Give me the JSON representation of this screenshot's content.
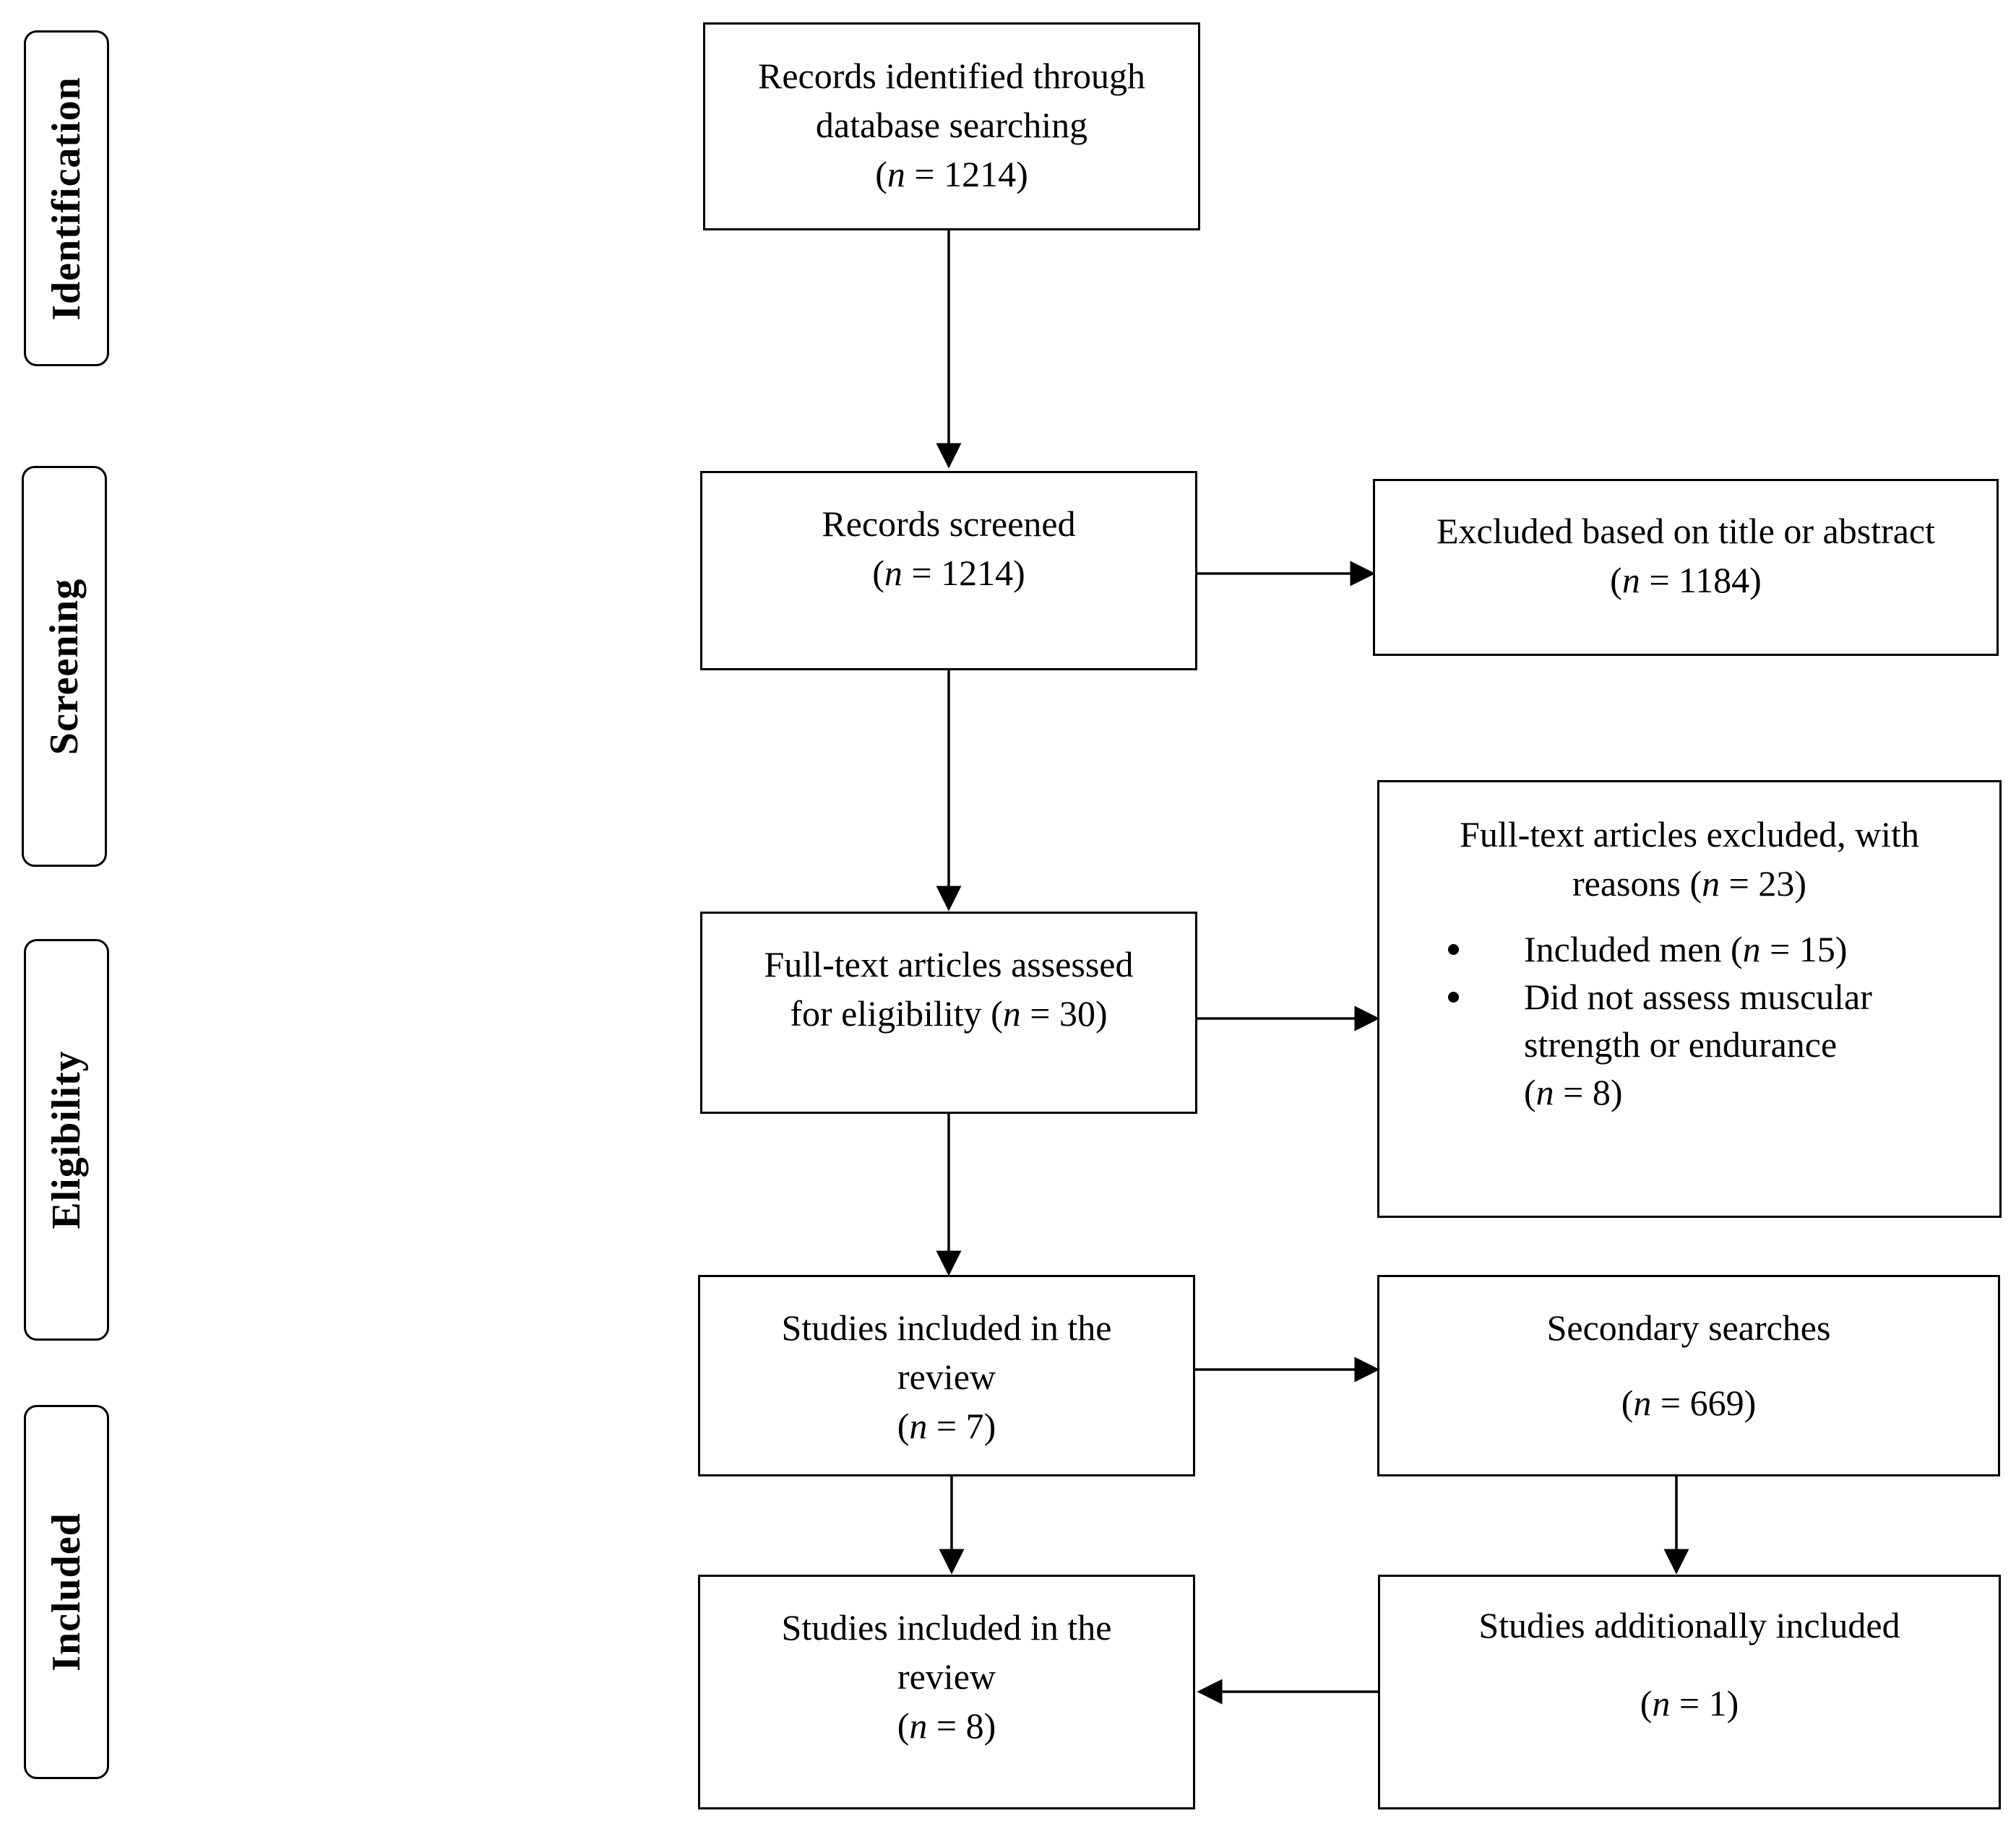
{
  "stages": {
    "identification": "Identification",
    "screening": "Screening",
    "eligibility": "Eligibility",
    "included": "Included"
  },
  "boxes": {
    "identified": {
      "line1": "Records identified through",
      "line2": "database searching",
      "n_prefix": "(",
      "n_var": "n",
      "n_value": " = 1214)"
    },
    "screened": {
      "line1": "Records screened",
      "n_prefix": "(",
      "n_var": "n",
      "n_value": " = 1214)"
    },
    "excluded_title": {
      "line1": "Excluded based on title or abstract",
      "n_prefix": "(",
      "n_var": "n",
      "n_value": " = 1184)"
    },
    "fulltext_assessed": {
      "line1": "Full-text articles assessed",
      "line2_prefix": "for eligibility (",
      "n_var": "n",
      "n_value": " = 30)"
    },
    "fulltext_excluded": {
      "line1": "Full-text articles excluded, with",
      "line2_prefix": "reasons (",
      "n_var": "n",
      "n_value": " = 23)",
      "reasons": [
        {
          "text": "Included men (",
          "n_var": "n",
          "n_value": " = 15)"
        },
        {
          "text_line1": "Did not assess muscular",
          "text_line2": "strength or endurance",
          "n_prefix": "(",
          "n_var": "n",
          "n_value": " = 8)"
        }
      ]
    },
    "included_review": {
      "line1": "Studies included in the",
      "line2": "review",
      "n_prefix": "(",
      "n_var": "n",
      "n_value": " = 7)"
    },
    "secondary": {
      "line1": "Secondary searches",
      "n_prefix": "(",
      "n_var": "n",
      "n_value": " = 669)"
    },
    "final_review": {
      "line1": "Studies included in the",
      "line2": "review",
      "n_prefix": "(",
      "n_var": "n",
      "n_value": " = 8)"
    },
    "additional": {
      "line1": "Studies additionally included",
      "n_prefix": "(",
      "n_var": "n",
      "n_value": " = 1)"
    }
  }
}
